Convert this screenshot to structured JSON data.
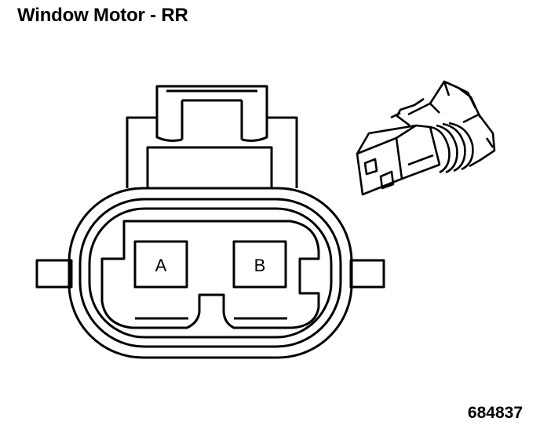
{
  "diagram": {
    "title": "Window Motor - RR",
    "figure_id": "684837",
    "terminals": [
      {
        "label": "A"
      },
      {
        "label": "B"
      }
    ]
  }
}
